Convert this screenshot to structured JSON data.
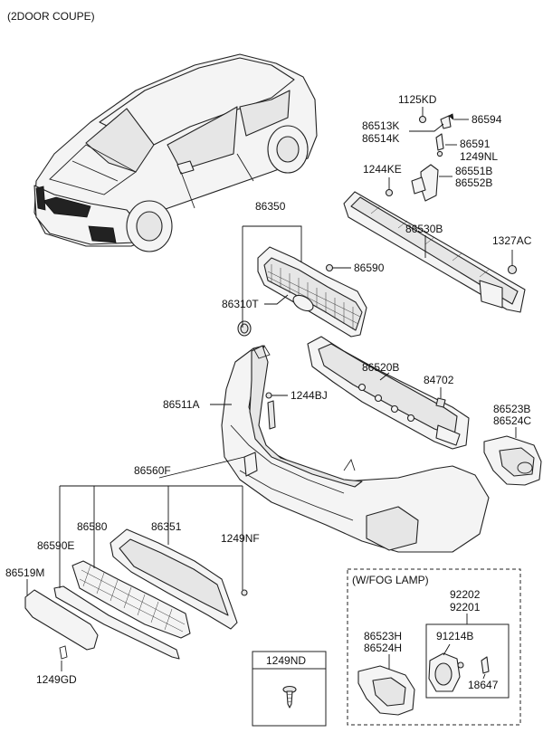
{
  "title": "(2DOOR COUPE)",
  "labels": {
    "p1125KD": "1125KD",
    "p86513K": "86513K",
    "p86514K": "86514K",
    "p86594": "86594",
    "p86591": "86591",
    "p1249NL": "1249NL",
    "p1244KE": "1244KE",
    "p86551B": "86551B",
    "p86552B": "86552B",
    "p86350": "86350",
    "p86530B": "86530B",
    "p1327AC": "1327AC",
    "p86590": "86590",
    "p86310T": "86310T",
    "p86520B": "86520B",
    "p84702": "84702",
    "p1244BJ": "1244BJ",
    "p86511A": "86511A",
    "p86523B": "86523B",
    "p86524C": "86524C",
    "p86560F": "86560F",
    "p86580": "86580",
    "p86351": "86351",
    "p86590E": "86590E",
    "p1249NF": "1249NF",
    "p86519M": "86519M",
    "p1249GD": "1249GD",
    "fog_title": "(W/FOG LAMP)",
    "p92202": "92202",
    "p92201": "92201",
    "p86523H": "86523H",
    "p86524H": "86524H",
    "p91214B": "91214B",
    "p18647": "18647",
    "p1249ND": "1249ND"
  }
}
